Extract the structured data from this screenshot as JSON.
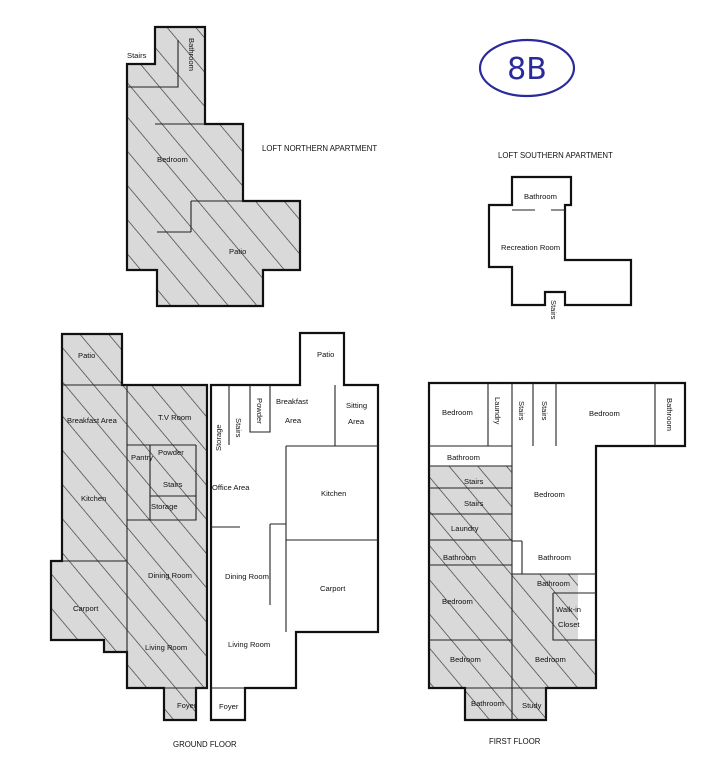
{
  "badge": "8B",
  "headings": {
    "loft_north": "LOFT NORTHERN APARTMENT",
    "loft_south": "LOFT SOUTHERN APARTMENT",
    "ground": "GROUND FLOOR",
    "first": "FIRST FLOOR"
  },
  "loft_north": {
    "stairs": "Stairs",
    "bathroom": "Bathroom",
    "bedroom": "Bedroom",
    "patio": "Patio"
  },
  "loft_south": {
    "bathroom": "Bathroom",
    "recreation": "Recreation Room",
    "stairs": "Stairs"
  },
  "ground_west": {
    "patio": "Patio",
    "breakfast": "Breakfast Area",
    "tv": "T.V Room",
    "pantry": "Pantry",
    "powder": "Powder",
    "stairs": "Stairs",
    "storage": "Storage",
    "kitchen": "Kitchen",
    "dining": "Dining Room",
    "carport": "Carport",
    "living": "Living Room",
    "foyer": "Foyer"
  },
  "ground_east": {
    "patio": "Patio",
    "storage": "Storage",
    "stairs": "Stairs",
    "powder": "Powder",
    "breakfast": "Breakfast",
    "area": "Area",
    "sitting": "Sitting",
    "sitting_area": "Area",
    "office": "Office Area",
    "kitchen": "Kitchen",
    "dining": "Dining Room",
    "carport": "Carport",
    "living": "Living Room",
    "foyer": "Foyer"
  },
  "first_floor": {
    "bedroom_nw": "Bedroom",
    "laundry_top": "Laundry",
    "stairs_a": "Stairs",
    "stairs_b": "Stairs",
    "bedroom_ne": "Bedroom",
    "bathroom_e": "Bathroom",
    "bathroom_w": "Bathroom",
    "stairs_1": "Stairs",
    "stairs_2": "Stairs",
    "laundry": "Laundry",
    "bathroom_mid": "Bathroom",
    "bedroom_c": "Bedroom",
    "bathroom_c": "Bathroom",
    "bedroom_w": "Bedroom",
    "bathroom_se": "Bathroom",
    "walkin": "Walk-in",
    "closet": "Closet",
    "bedroom_sw": "Bedroom",
    "bedroom_se": "Bedroom",
    "bathroom_s": "Bathroom",
    "study": "Study"
  },
  "colors": {
    "wall": "#111111",
    "hatch_fill": "#d9d9d9",
    "hatch_line": "#333333",
    "badge": "#2a2a9a"
  }
}
